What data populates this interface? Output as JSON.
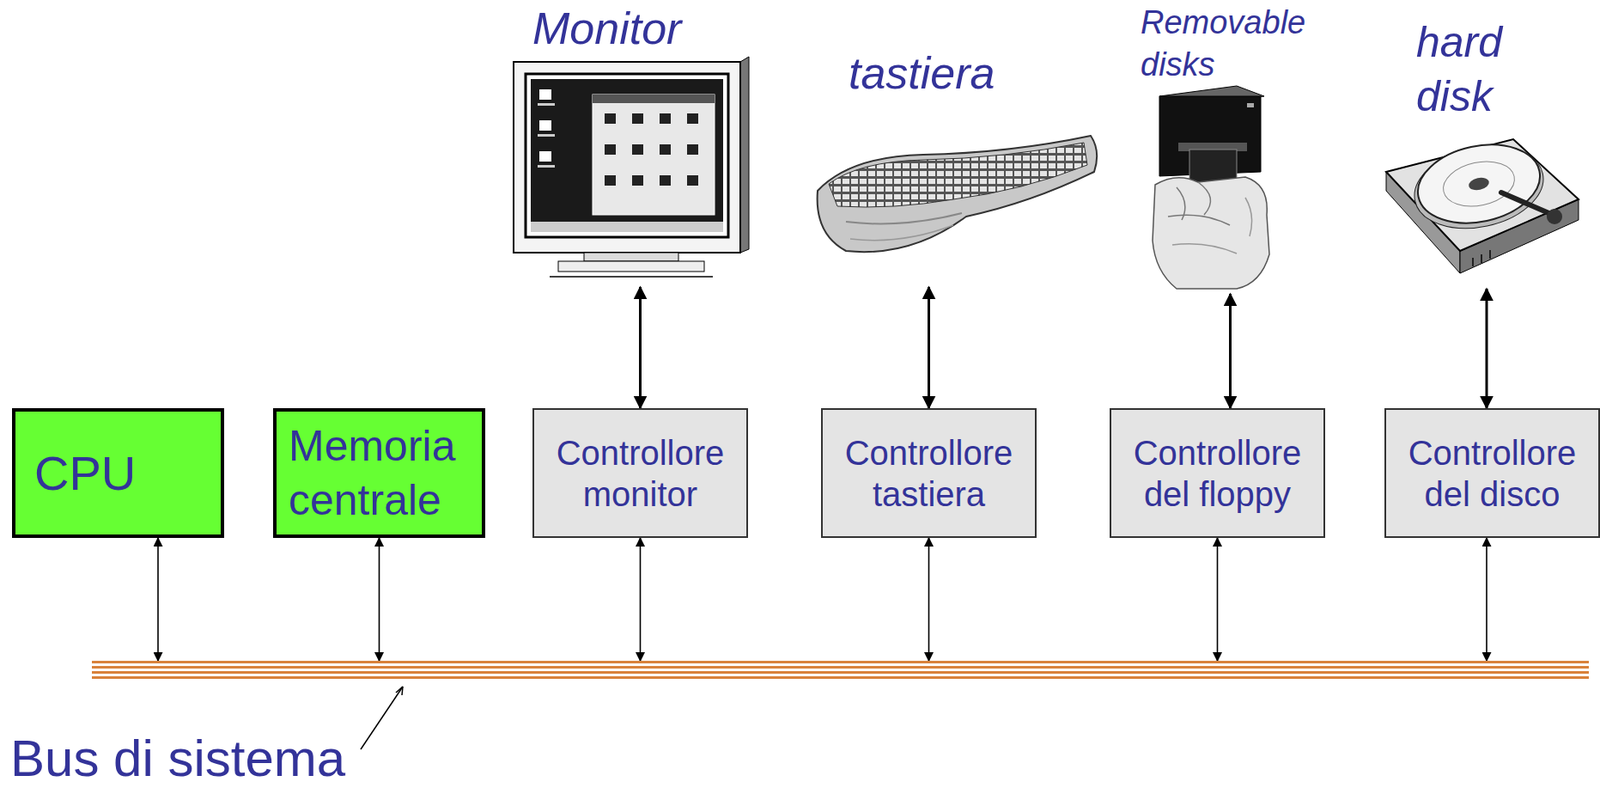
{
  "diagram": {
    "nodes": [
      {
        "text": [
          "Monitor"
        ]
      },
      {
        "text": [
          "tastiera"
        ]
      },
      {
        "text": [
          "Removable disks"
        ]
      },
      {
        "text": [
          "hard disk"
        ]
      },
      {
        "text": [
          "CPU"
        ]
      },
      {
        "text": [
          "Memoria centrale"
        ]
      },
      {
        "text": [
          "Controllore monitor"
        ]
      },
      {
        "text": [
          "Controllore tastiera"
        ]
      },
      {
        "text": [
          "Controllore del floppy"
        ]
      },
      {
        "text": [
          "Controllore del disco"
        ]
      },
      {
        "text": [
          "Bus di sistema"
        ]
      }
    ],
    "edges": [
      {
        "from": 0,
        "to": 6,
        "arrow": "both"
      },
      {
        "from": 1,
        "to": 7,
        "arrow": "both"
      },
      {
        "from": 2,
        "to": 8,
        "arrow": "both"
      },
      {
        "from": 3,
        "to": 9,
        "arrow": "both"
      },
      {
        "from": 4,
        "to": 10,
        "arrow": "both"
      },
      {
        "from": 5,
        "to": 10,
        "arrow": "both"
      },
      {
        "from": 6,
        "to": 10,
        "arrow": "both"
      },
      {
        "from": 7,
        "to": 10,
        "arrow": "both"
      },
      {
        "from": 8,
        "to": 10,
        "arrow": "both"
      },
      {
        "from": 9,
        "to": 10,
        "arrow": "both"
      }
    ]
  }
}
